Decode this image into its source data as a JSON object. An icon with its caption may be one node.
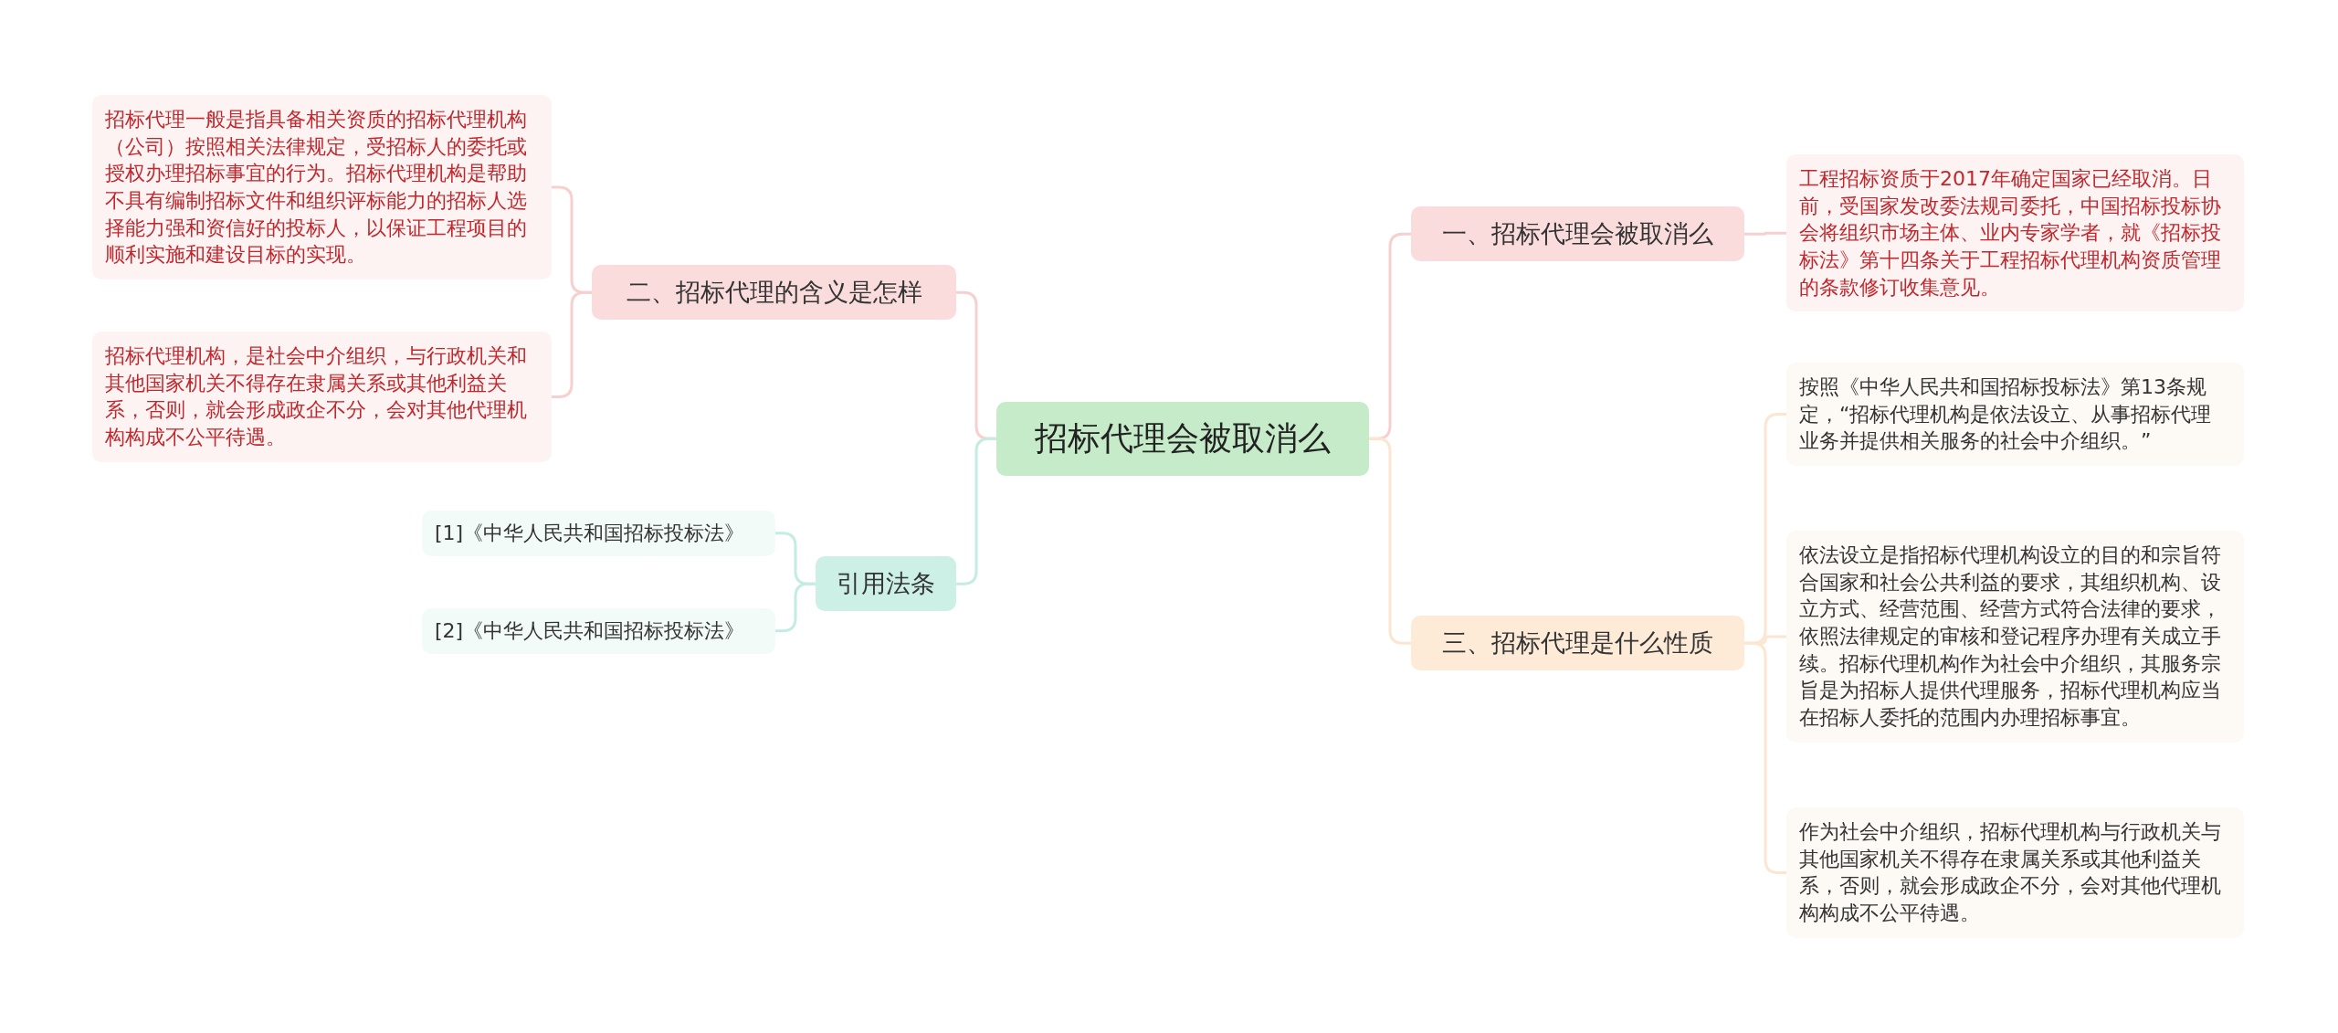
{
  "diagram": {
    "nodes": [
      {
        "text": [
          "招标代理会被取消么"
        ]
      },
      {
        "text": [
          "一、招标代理会被取消么"
        ]
      },
      {
        "text": [
          "工程招标资质于2017年确定国家已经取消。日前，受国家发改委法规司委托，中国招标投标协会将组织市场主体、业内专家学者，就《招标投标法》第十四条关于工程招标代理机构资质管理的条款修订收集意见。"
        ]
      },
      {
        "text": [
          "三、招标代理是什么性质"
        ]
      },
      {
        "text": [
          "按照《中华人民共和国招标投标法》第13条规定，“招标代理机构是依法设立、从事招标代理业务并提供相关服务的社会中介组织。”"
        ]
      },
      {
        "text": [
          "依法设立是指招标代理机构设立的目的和宗旨符合国家和社会公共利益的要求，其组织机构、设立方式、经营范围、经营方式符合法律的要求，依照法律规定的审核和登记程序办理有关成立手续。招标代理机构作为社会中介组织，其服务宗旨是为招标人提供代理服务，招标代理机构应当在招标人委托的范围内办理招标事宜。"
        ]
      },
      {
        "text": [
          "作为社会中介组织，招标代理机构与行政机关与其他国家机关不得存在隶属关系或其他利益关系，否则，就会形成政企不分，会对其他代理机构构成不公平待遇。"
        ]
      },
      {
        "text": [
          "二、招标代理的含义是怎样"
        ]
      },
      {
        "text": [
          "招标代理一般是指具备相关资质的招标代理机构（公司）按照相关法律规定，受招标人的委托或授权办理招标事宜的行为。招标代理机构是帮助不具有编制招标文件和组织评标能力的招标人选择能力强和资信好的投标人，以保证工程项目的顺利实施和建设目标的实现。"
        ]
      },
      {
        "text": [
          "招标代理机构，是社会中介组织，与行政机关和其他国家机关不得存在隶属关系或其他利益关系，否则，就会形成政企不分，会对其他代理机构构成不公平待遇。"
        ]
      },
      {
        "text": [
          "引用法条"
        ]
      },
      {
        "text": [
          "[1]《中华人民共和国招标投标法》"
        ]
      },
      {
        "text": [
          "[2]《中华人民共和国招标投标法》"
        ]
      }
    ],
    "edges": [
      {
        "from": 0,
        "to": 1,
        "arrow": "none"
      },
      {
        "from": 1,
        "to": 2,
        "arrow": "none"
      },
      {
        "from": 0,
        "to": 3,
        "arrow": "none",
        "color": "#fce6cf"
      },
      {
        "from": 3,
        "to": 4,
        "arrow": "none",
        "color": "#fce6cf"
      },
      {
        "from": 3,
        "to": 5,
        "arrow": "none",
        "color": "#fce6cf"
      },
      {
        "from": 3,
        "to": 6,
        "arrow": "none",
        "color": "#fce6cf"
      },
      {
        "from": 0,
        "to": 7,
        "arrow": "none"
      },
      {
        "from": 7,
        "to": 8,
        "arrow": "none"
      },
      {
        "from": 7,
        "to": 9,
        "arrow": "none"
      },
      {
        "from": 0,
        "to": 10,
        "arrow": "none",
        "color": "#c4ece2"
      },
      {
        "from": 10,
        "to": 11,
        "arrow": "none",
        "color": "#c4ece2"
      },
      {
        "from": 10,
        "to": 12,
        "arrow": "none",
        "color": "#c4ece2"
      }
    ]
  }
}
